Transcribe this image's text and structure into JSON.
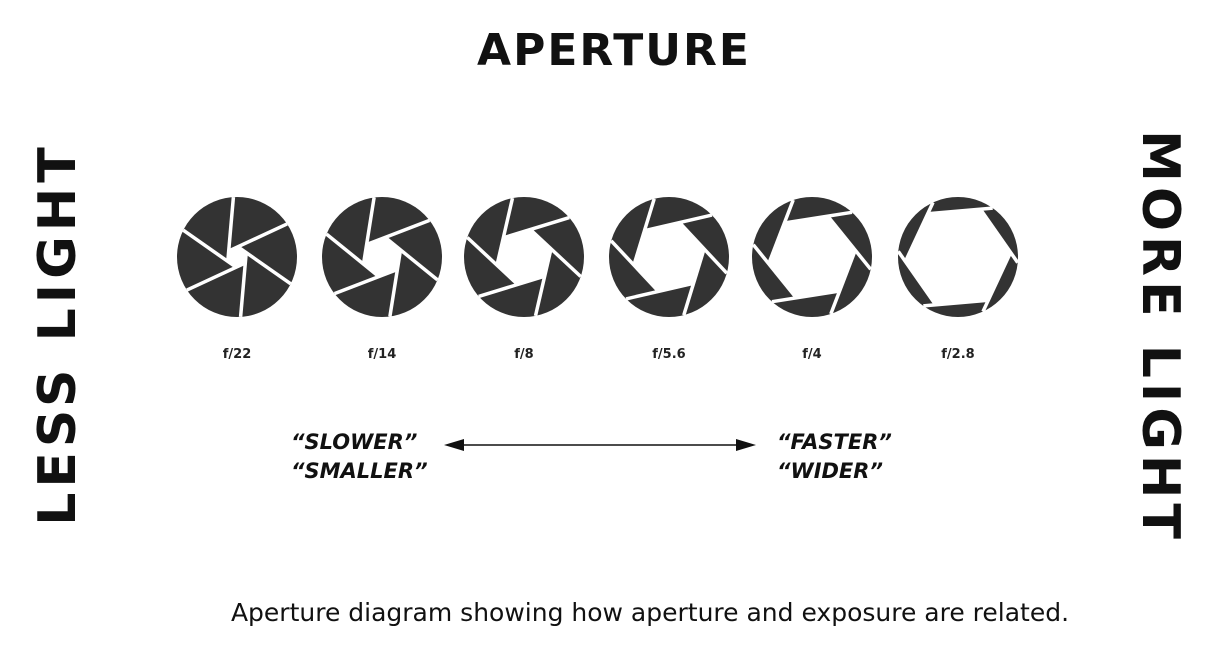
{
  "title": "APERTURE",
  "left_label": "LESS LIGHT",
  "right_label": "MORE LIGHT",
  "apertures": [
    {
      "label": "f/22",
      "opening": 0.17
    },
    {
      "label": "f/14",
      "opening": 0.33
    },
    {
      "label": "f/8",
      "opening": 0.47
    },
    {
      "label": "f/5.6",
      "opening": 0.6
    },
    {
      "label": "f/4",
      "opening": 0.73
    },
    {
      "label": "f/2.8",
      "opening": 0.88
    }
  ],
  "left_quotes": [
    "“SLOWER”",
    "“SMALLER”"
  ],
  "right_quotes": [
    "“FASTER”",
    "“WIDER”"
  ],
  "caption": "Aperture diagram showing how aperture and exposure are related.",
  "colors": {
    "iris": "#333333",
    "text": "#111111",
    "background": "#ffffff"
  }
}
